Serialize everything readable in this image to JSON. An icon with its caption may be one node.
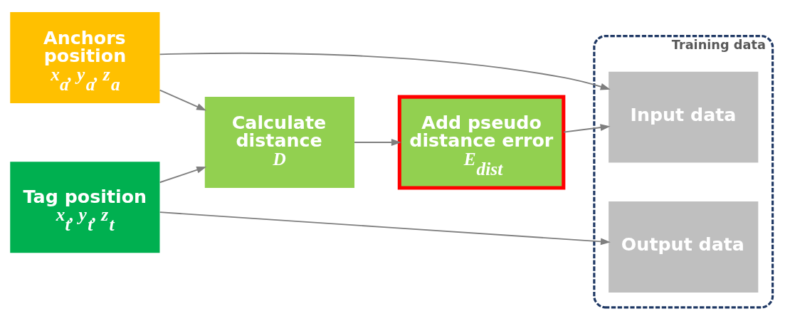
{
  "diagram": {
    "nodes": [
      {
        "text": [
          "Anchors position",
          "x$_{a}$, y$_{a}$, z$_{a}$"
        ]
      },
      {
        "text": [
          "Tag position",
          "x$_{t}$, y$_{t}$, z$_{t}$"
        ]
      },
      {
        "text": [
          "Calculate distance",
          "D"
        ]
      },
      {
        "text": [
          "Add pseudo distance error",
          "E$_{dist}$"
        ]
      },
      {
        "text": [
          "Training data"
        ]
      },
      {
        "text": [
          "Input data"
        ],
        "in": 4
      },
      {
        "text": [
          "Output data"
        ],
        "in": 4
      }
    ],
    "edges": [
      {
        "from": 0,
        "to": 2,
        "arrow": "to"
      },
      {
        "from": 1,
        "to": 2,
        "arrow": "to"
      },
      {
        "from": 2,
        "to": 3,
        "arrow": "to"
      },
      {
        "from": 3,
        "to": 5,
        "arrow": "to"
      },
      {
        "from": 0,
        "to": 5,
        "arrow": "to"
      },
      {
        "from": 1,
        "to": 6,
        "arrow": "to"
      }
    ]
  }
}
